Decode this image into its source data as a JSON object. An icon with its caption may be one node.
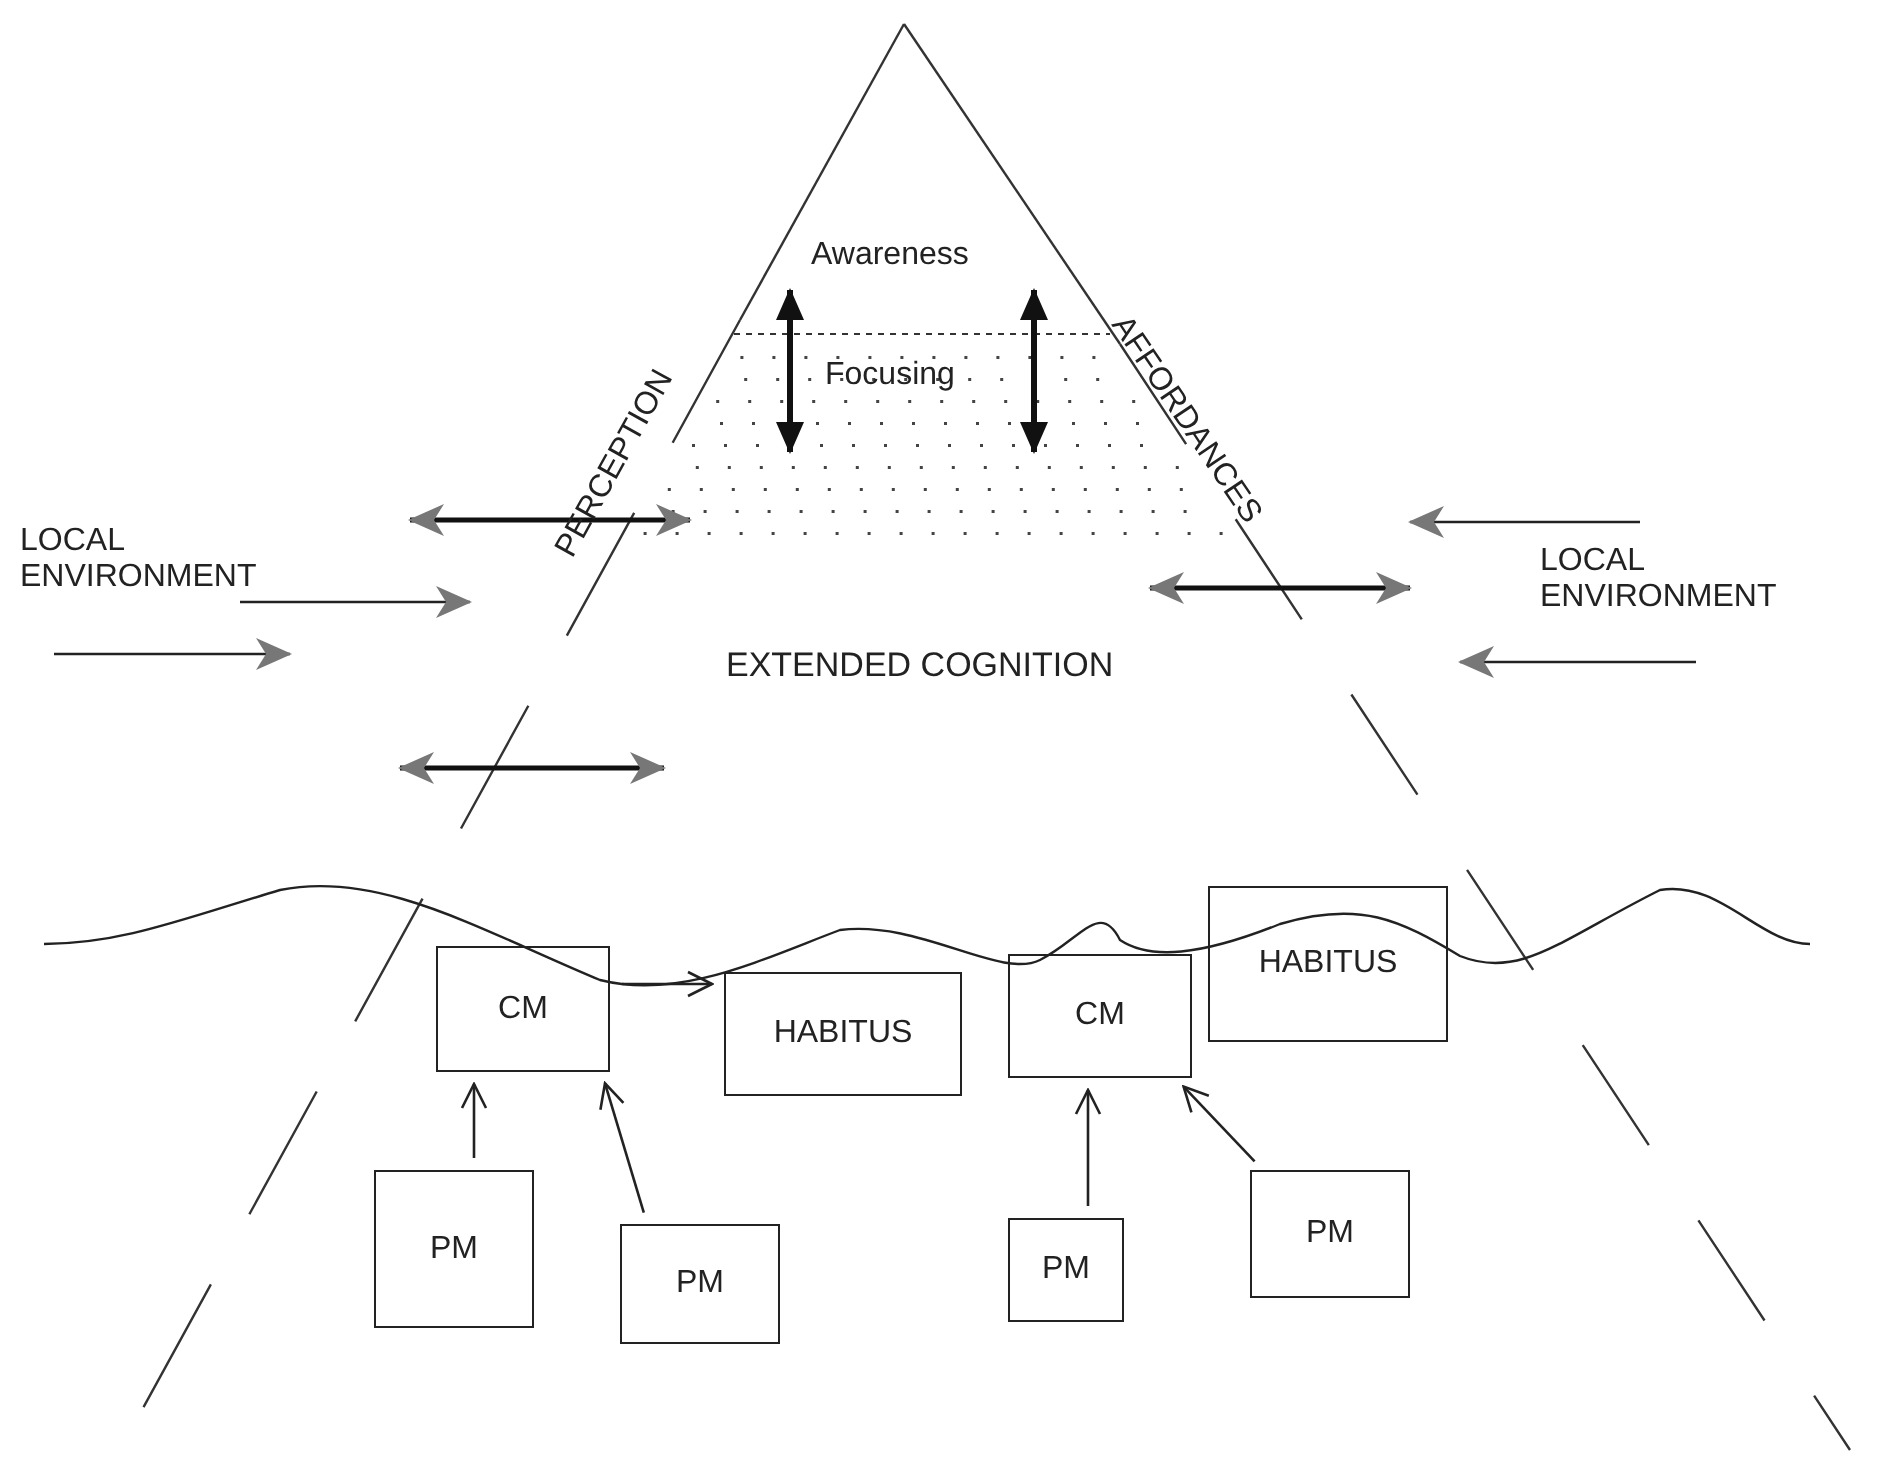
{
  "diagram": {
    "nodes": [
      {
        "text": [
          "CM"
        ]
      },
      {
        "text": [
          "HABITUS"
        ]
      },
      {
        "text": [
          "CM"
        ]
      },
      {
        "text": [
          "HABITUS"
        ]
      },
      {
        "text": [
          "PM"
        ]
      },
      {
        "text": [
          "PM"
        ]
      },
      {
        "text": [
          "PM"
        ]
      },
      {
        "text": [
          "PM"
        ]
      }
    ],
    "edges": [
      {
        "from": 0,
        "to": 1,
        "arrow": "to"
      },
      {
        "from": 4,
        "to": 0,
        "arrow": "to"
      },
      {
        "from": 5,
        "to": 0,
        "arrow": "to"
      },
      {
        "from": 6,
        "to": 2,
        "arrow": "to"
      },
      {
        "from": 7,
        "to": 2,
        "arrow": "to"
      }
    ],
    "labels": [
      "Awareness",
      "Focusing",
      "PERCEPTION",
      "AFFORDANCES",
      "LOCAL ENVIRONMENT",
      "LOCAL ENVIRONMENT",
      "EXTENDED COGNITION"
    ]
  }
}
